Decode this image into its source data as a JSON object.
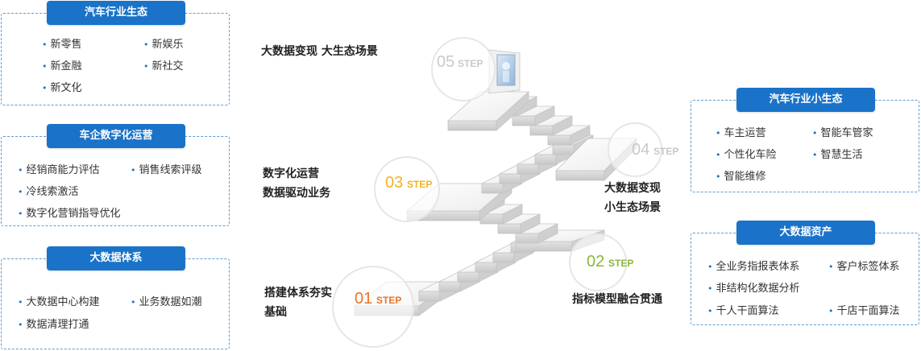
{
  "panels": {
    "auto_ecosystem": {
      "title": "汽车行业生态",
      "items": [
        "新零售",
        "新娱乐",
        "新金融",
        "新社交",
        "新文化"
      ]
    },
    "digital_ops": {
      "title": "车企数字化运营",
      "items": [
        "经销商能力评估",
        "销售线索评级",
        "冷线索激活",
        "数字化营销指导优化"
      ]
    },
    "bigdata_system": {
      "title": "大数据体系",
      "items": [
        "大数据中心构建",
        "业务数据如潮",
        "数据清理打通"
      ]
    },
    "auto_small_eco": {
      "title": "汽车行业小生态",
      "items": [
        "车主运营",
        "智能车管家",
        "个性化车险",
        "智慧生活",
        "智能维修"
      ]
    },
    "bigdata_assets": {
      "title": "大数据资产",
      "items": [
        "全业务指报表体系",
        "客户标签体系",
        "非结构化数据分析",
        "千人干面算法",
        "千店干面算法"
      ]
    }
  },
  "stages": {
    "s5": "大数据变现 大生态场景",
    "s3_line1": "数字化运营",
    "s3_line2": "数据驱动业务",
    "s4_line1": "大数据变现",
    "s4_line2": "小生态场景",
    "s1_line1": "搭建体系夯实",
    "s1_line2": "基础",
    "s2": "指标模型融合贯通"
  },
  "steps": {
    "step_word": "STEP",
    "s1": {
      "num": "01",
      "color": "#e8752a"
    },
    "s2": {
      "num": "02",
      "color": "#8ab83a"
    },
    "s3": {
      "num": "03",
      "color": "#f0b323"
    },
    "s4": {
      "num": "04",
      "color": "#c9c9c9"
    },
    "s5": {
      "num": "05",
      "color": "#c9c9c9"
    }
  },
  "colors": {
    "accent": "#1a73c9",
    "panel_border": "#5b9bd5",
    "stair_top": "#f7f7f7",
    "stair_side": "#d9d9d9"
  }
}
